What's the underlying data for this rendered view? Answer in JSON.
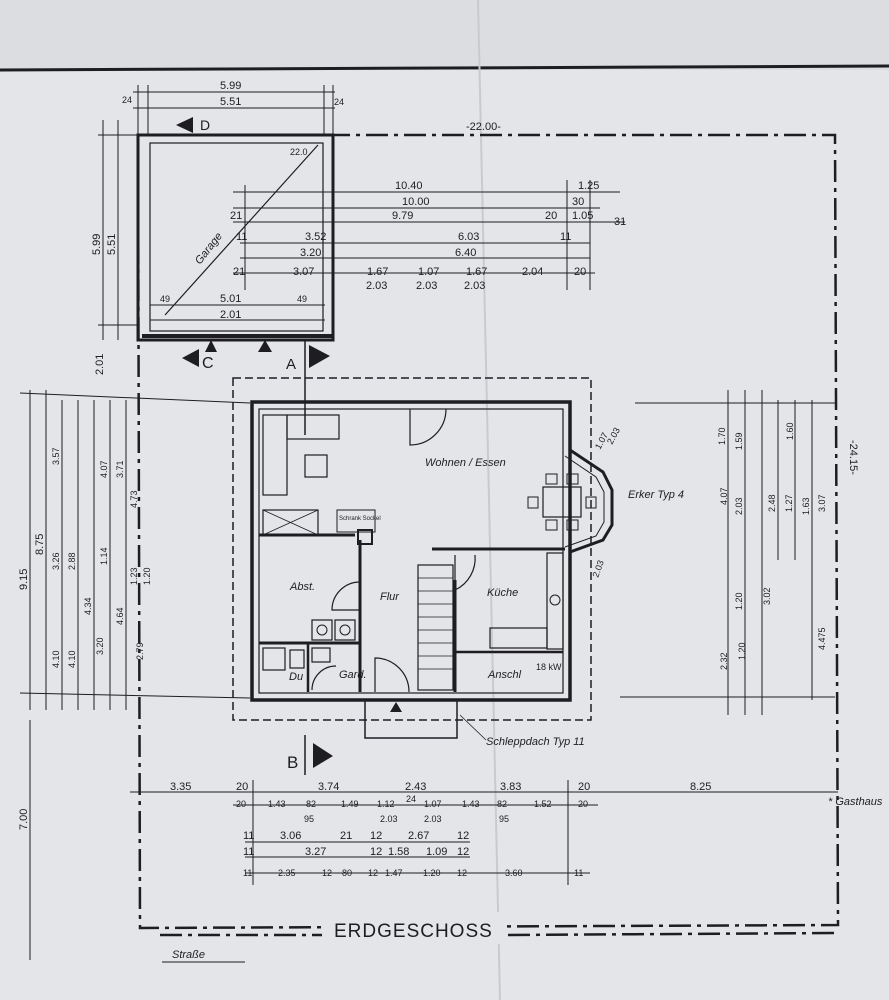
{
  "plan": {
    "title": "ERDGESCHOSS",
    "street_label": "Straße",
    "plot_width": "-22.00-",
    "plot_depth_right": "-24.15-",
    "guest_label": "* Gasthaus",
    "section_markers": {
      "a": "A",
      "b": "B",
      "c": "C",
      "d": "D"
    }
  },
  "rooms": {
    "wohnen": "Wohnen / Essen",
    "flur": "Flur",
    "kueche": "Küche",
    "anschl": "Anschl",
    "anschl_kw": "18 kW",
    "abst": "Abst.",
    "du": "Du",
    "gard": "Gard.",
    "garage": "Garage",
    "schrank": "Schrank Sockel"
  },
  "annotations": {
    "erker": "Erker Typ 4",
    "schleppdach": "Schleppdach Typ 11"
  },
  "garage_dims": {
    "top_outer": "5.99",
    "top_inner": "5.51",
    "left_a": "24",
    "left_b": "24",
    "side_outer": "5.99",
    "side_inner": "5.51",
    "bottom_a": "5.01",
    "bottom_b": "2.01",
    "corner_a": "49",
    "corner_b": "49",
    "diag": "22.0",
    "below": "2.01"
  },
  "top_dims": {
    "r1": [
      "10.40",
      "1.25"
    ],
    "r2": [
      "10.00",
      "30"
    ],
    "r3": [
      "21",
      "9.79",
      "20",
      "1.05",
      "31"
    ],
    "r4": [
      "11",
      "3.52",
      "6.03",
      "11"
    ],
    "r5": [
      "3.20",
      "6.40"
    ],
    "r6": [
      "21",
      "3.07",
      "1.67",
      "1.07",
      "1.67",
      "2.04",
      "20"
    ],
    "r7": [
      "2.03",
      "2.03",
      "2.03"
    ]
  },
  "left_dims": {
    "outer": [
      "9.15",
      "8.75"
    ],
    "segs_a": [
      "3.57",
      "3.26",
      "2.88",
      "4.34",
      "3.20",
      "4.10",
      "4.10"
    ],
    "segs_b": [
      "4.07",
      "3.71",
      "4.73",
      "1.14",
      "4.64",
      "1.23",
      "1.20",
      "2.79"
    ]
  },
  "right_dims": {
    "segs_a": [
      "1.70",
      "1.59",
      "1.60",
      "4.07",
      "2.03",
      "3.02",
      "1.20",
      "4.475"
    ],
    "segs_b": [
      "2.48",
      "1.27",
      "1.63",
      "3.07",
      "2.32",
      "1.20"
    ]
  },
  "bottom_dims": {
    "r1": [
      "3.35",
      "20",
      "3.74",
      "2.43",
      "3.83",
      "20",
      "8.25"
    ],
    "r2": [
      "20",
      "1.43",
      "82",
      "1.49",
      "1.12",
      "24",
      "1.07",
      "1.43",
      "82",
      "1.52",
      "20"
    ],
    "r3": [
      "95",
      "2.03",
      "2.03",
      "95"
    ],
    "r4": [
      "11",
      "3.06",
      "21",
      "12",
      "2.67",
      "12"
    ],
    "r5": [
      "11",
      "3.27",
      "12",
      "1.58",
      "1.09",
      "12"
    ],
    "r6": [
      "11",
      "2.35",
      "12",
      "80",
      "12",
      "1.47",
      "1.20",
      "12",
      "3.60",
      "11"
    ]
  },
  "misc_dims": {
    "lower_left": "7.00",
    "erker_a": "1.07",
    "erker_b": "2.03",
    "erker_c": "2.03"
  }
}
